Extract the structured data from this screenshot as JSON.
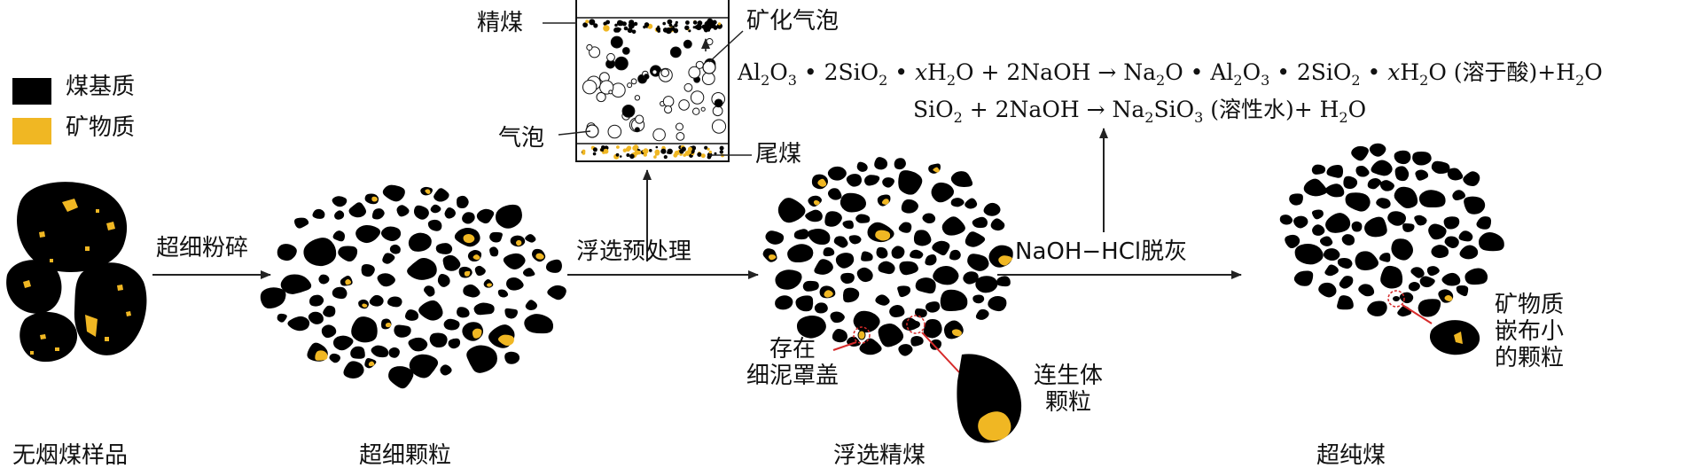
{
  "legend": {
    "items": [
      {
        "label": "煤基质",
        "color": "#000000"
      },
      {
        "label": "矿物质",
        "color": "#F0B723"
      }
    ]
  },
  "stages": {
    "anthracite": "无烟煤样品",
    "ultrafine": "超细颗粒",
    "flotation_concentrate": "浮选精煤",
    "ultrapure": "超纯煤"
  },
  "arrows": {
    "crush": "超细粉碎",
    "flotation": "浮选预处理",
    "deash": "NaOH−HCl脱灰"
  },
  "flotation_cell": {
    "top_label": "精煤",
    "mineralized_bubble": "矿化气泡",
    "bubble": "气泡",
    "tailings": "尾煤"
  },
  "annotations": {
    "slime_line1": "存在",
    "slime_line2": "细泥罩盖",
    "intergrowth_line1": "连生体",
    "intergrowth_line2": "颗粒",
    "embedded_line1": "矿物质",
    "embedded_line2": "嵌布小",
    "embedded_line3": "的颗粒"
  },
  "equations": {
    "eq1": {
      "part1": "Al",
      "s1": "2",
      "part2": "O",
      "s2": "3",
      "part3": " • 2SiO",
      "s3": "2",
      "part4": " • ",
      "var1": "x",
      "part5": "H",
      "s4": "2",
      "part6": "O + 2NaOH → Na",
      "s5": "2",
      "part7": "O • Al",
      "s6": "2",
      "part8": "O",
      "s7": "3",
      "part9": " • 2SiO",
      "s8": "2",
      "part10": " • ",
      "var2": "x",
      "part11": "H",
      "s9": "2",
      "part12": "O (溶于酸)+H",
      "s10": "2",
      "part13": "O"
    },
    "eq2": {
      "part1": "SiO",
      "s1": "2",
      "part2": " + 2NaOH → Na",
      "s2": "2",
      "part3": "SiO",
      "s3": "3",
      "part4": " (溶性水)+ H",
      "s4": "2",
      "part5": "O"
    }
  }
}
